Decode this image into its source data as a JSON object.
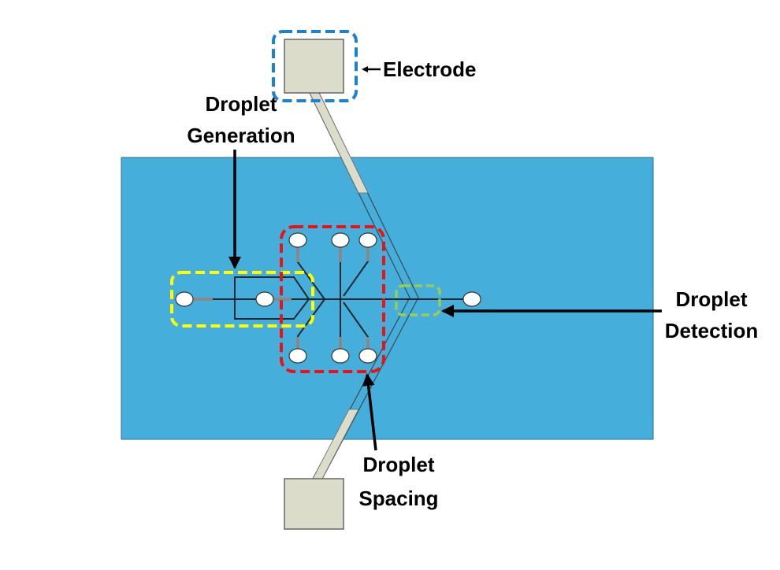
{
  "labels": {
    "electrode": "Electrode",
    "generation_line1": "Droplet",
    "generation_line2": "Generation",
    "detection_line1": "Droplet",
    "detection_line2": "Detection",
    "spacing_line1": "Droplet",
    "spacing_line2": "Spacing"
  },
  "colors": {
    "substrate": "#45aedb",
    "electrode_pad": "#dcdccb",
    "electrode_box": "#1f7fd0",
    "generation_box": "#ffff00",
    "spacing_box": "#ee1111",
    "detection_box": "#99cc55",
    "channel": "#1a2a33"
  }
}
